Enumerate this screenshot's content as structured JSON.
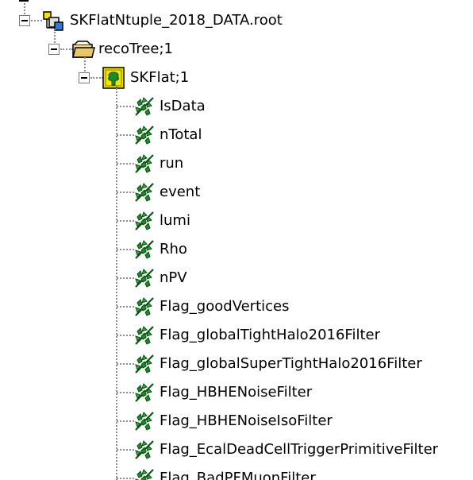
{
  "tree": {
    "file": {
      "label": "SKFlatNtuple_2018_DATA.root",
      "icon": "root-file-icon",
      "expanded": true
    },
    "directory": {
      "label": "recoTree;1",
      "icon": "folder-icon",
      "expanded": true
    },
    "ttree": {
      "label": "SKFlat;1",
      "icon": "ttree-icon",
      "expanded": true
    },
    "branches": [
      {
        "label": "IsData",
        "icon": "leaf-icon"
      },
      {
        "label": "nTotal",
        "icon": "leaf-icon"
      },
      {
        "label": "run",
        "icon": "leaf-icon"
      },
      {
        "label": "event",
        "icon": "leaf-icon"
      },
      {
        "label": "lumi",
        "icon": "leaf-icon"
      },
      {
        "label": "Rho",
        "icon": "leaf-icon"
      },
      {
        "label": "nPV",
        "icon": "leaf-icon"
      },
      {
        "label": "Flag_goodVertices",
        "icon": "leaf-icon"
      },
      {
        "label": "Flag_globalTightHalo2016Filter",
        "icon": "leaf-icon"
      },
      {
        "label": "Flag_globalSuperTightHalo2016Filter",
        "icon": "leaf-icon"
      },
      {
        "label": "Flag_HBHENoiseFilter",
        "icon": "leaf-icon"
      },
      {
        "label": "Flag_HBHENoiseIsoFilter",
        "icon": "leaf-icon"
      },
      {
        "label": "Flag_EcalDeadCellTriggerPrimitiveFilter",
        "icon": "leaf-icon"
      },
      {
        "label": "Flag_BadPFMuonFilter",
        "icon": "leaf-icon"
      }
    ]
  },
  "colors": {
    "background": "#ffffff",
    "tree_line": "#8c8c8c",
    "leaf_green": "#1f8a2a",
    "leaf_dark": "#0a4d12",
    "folder_yellow": "#f2d98a",
    "ttree_yellow": "#f2e600"
  }
}
